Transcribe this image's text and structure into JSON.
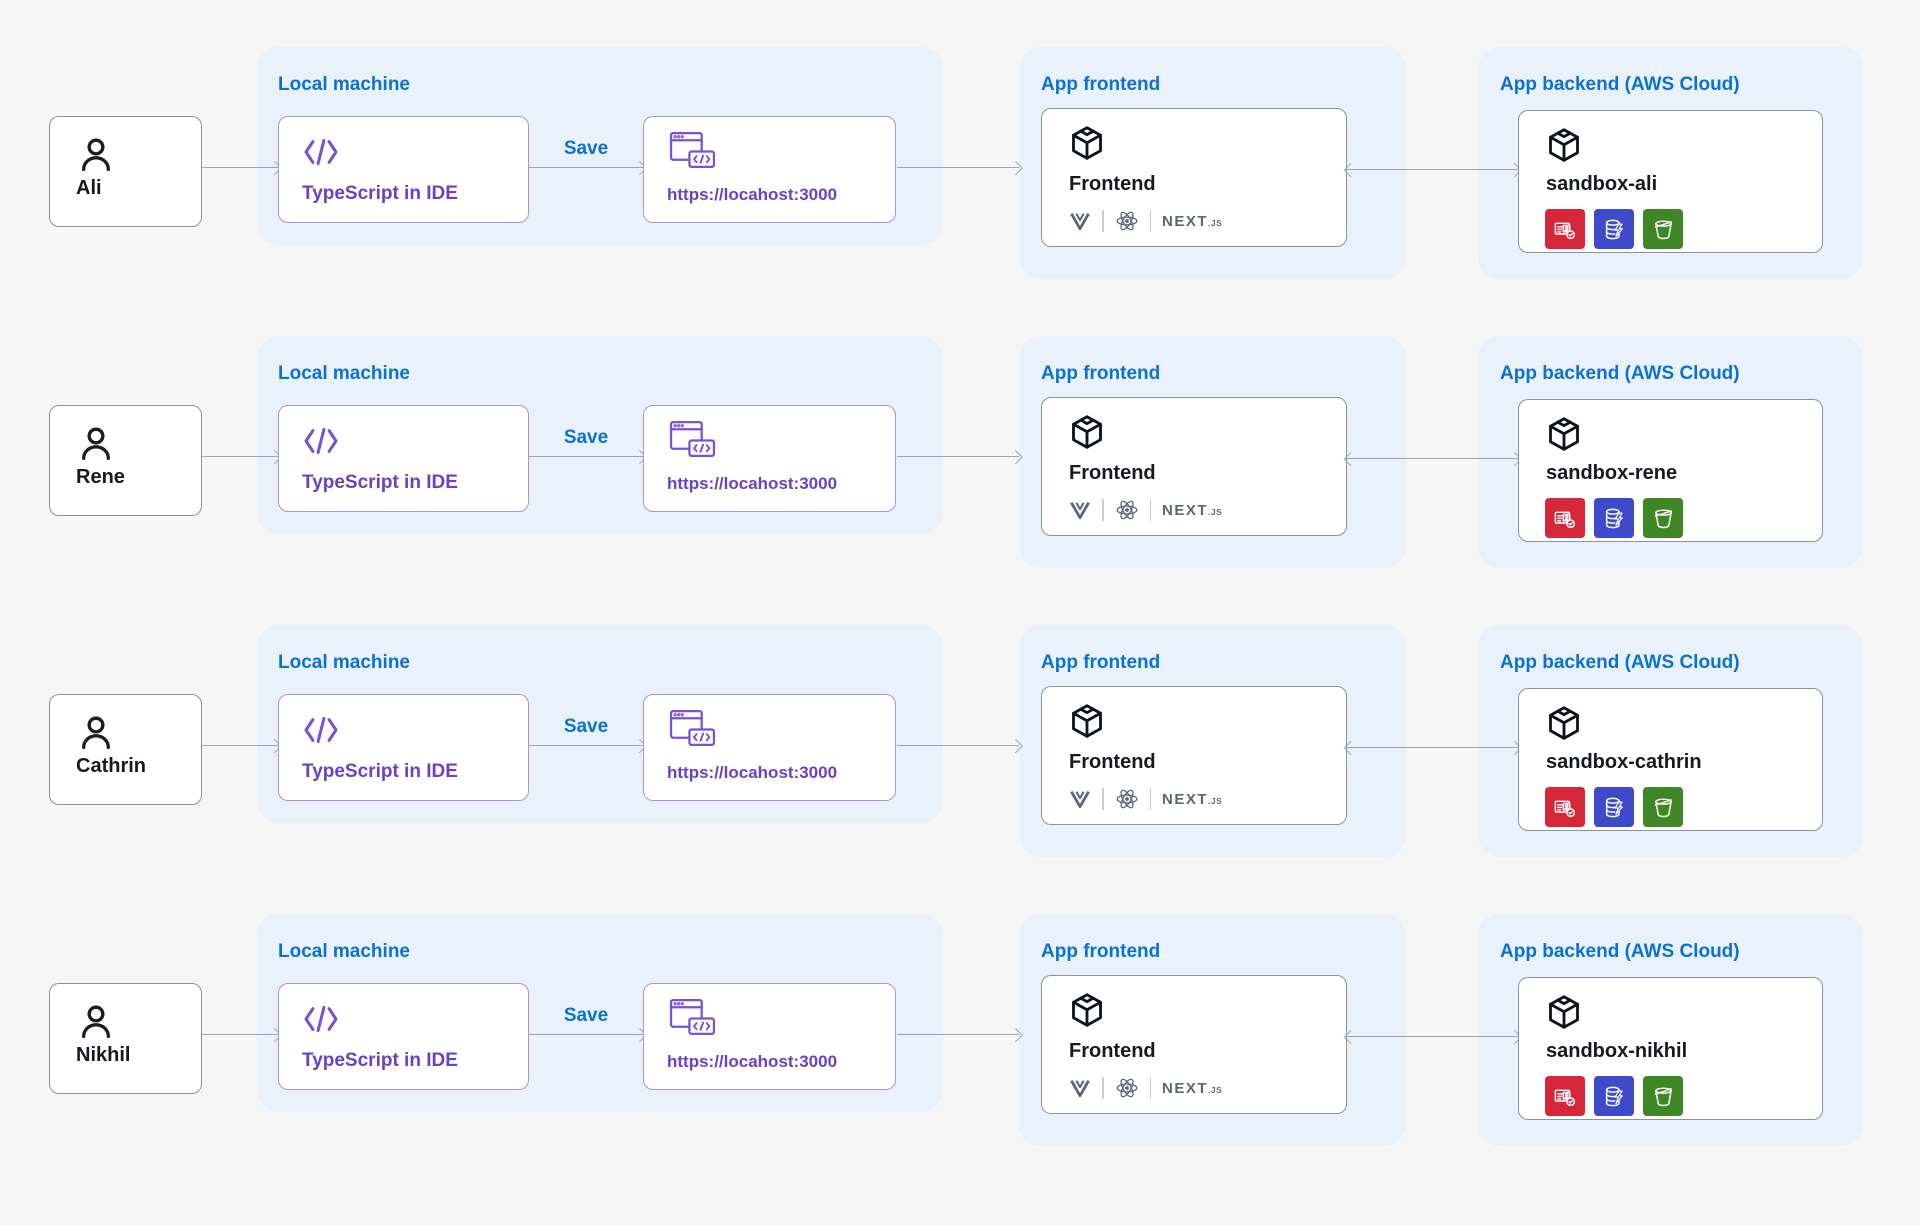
{
  "colors": {
    "accent": "#0b72d3",
    "purple": "#6a40c6",
    "purple-border": "#ab8fe8",
    "purple-icon": "#7b4fd6",
    "card-border": "#8a939f",
    "panel": "#e9f1fa",
    "page-bg": "#f5f6f5",
    "arrow": "#9aa5b2",
    "ink": "#16191f",
    "slate": "#5b6776",
    "aws-red": "#d6273a",
    "aws-blue": "#3d4ac9",
    "aws-green": "#3f8624"
  },
  "headers": {
    "local_machine": "Local machine",
    "app_frontend": "App frontend",
    "app_backend": "App backend (AWS Cloud)"
  },
  "labels": {
    "save": "Save",
    "ide": "TypeScript in IDE",
    "url": "https://locahost:3000",
    "frontend": "Frontend",
    "next_wordmark": "NEXT",
    "next_suffix": ".JS"
  },
  "icons": {
    "person": "person-icon",
    "ide": "code-brackets-icon",
    "browser": "browser-code-window-icon",
    "cube": "resource-cube-icon",
    "frontend_stack": [
      "vue-icon",
      "react-icon",
      "nextjs-wordmark"
    ],
    "backend_stack": [
      "aws-cognito-icon",
      "aws-dynamodb-icon",
      "aws-s3-bucket-icon"
    ]
  },
  "rows": [
    {
      "person": "Ali",
      "sandbox": "sandbox-ali"
    },
    {
      "person": "Rene",
      "sandbox": "sandbox-rene"
    },
    {
      "person": "Cathrin",
      "sandbox": "sandbox-cathrin"
    },
    {
      "person": "Nikhil",
      "sandbox": "sandbox-nikhil"
    }
  ]
}
